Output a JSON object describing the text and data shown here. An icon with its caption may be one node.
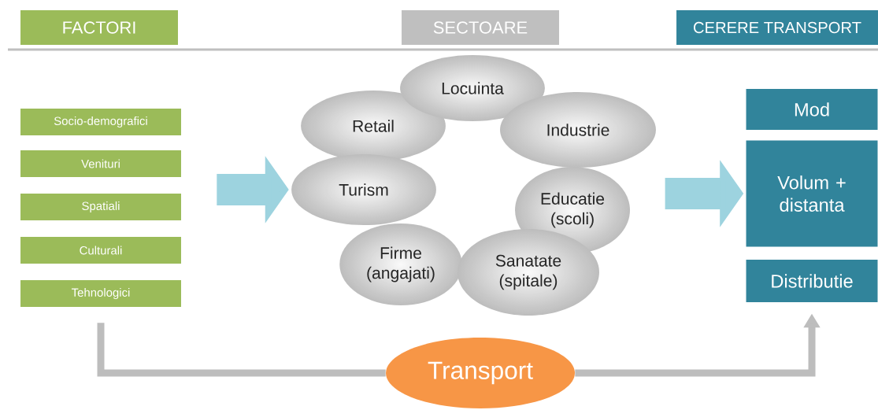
{
  "diagram": {
    "nodes": [
      {
        "text": [
          "FACTORI"
        ]
      },
      {
        "text": [
          "SECTOARE"
        ]
      },
      {
        "text": [
          "CERERE TRANSPORT"
        ]
      },
      {
        "text": [
          "Socio-demografici"
        ]
      },
      {
        "text": [
          "Venituri"
        ]
      },
      {
        "text": [
          "Spatiali"
        ]
      },
      {
        "text": [
          "Culturali"
        ]
      },
      {
        "text": [
          "Tehnologici"
        ]
      },
      {
        "text": [
          "Locuinta"
        ]
      },
      {
        "text": [
          "Retail"
        ]
      },
      {
        "text": [
          "Industrie"
        ]
      },
      {
        "text": [
          "Turism"
        ]
      },
      {
        "text": [
          "Educatie (scoli)"
        ]
      },
      {
        "text": [
          "Firme (angajati)"
        ]
      },
      {
        "text": [
          "Sanatate (spitale)"
        ]
      },
      {
        "text": [
          "Mod"
        ]
      },
      {
        "text": [
          "Volum + distanta"
        ]
      },
      {
        "text": [
          "Distributie"
        ]
      },
      {
        "text": [
          "Transport"
        ]
      }
    ],
    "edges": [
      {
        "from": 5,
        "to": 11,
        "arrow": "to",
        "style": "thick",
        "color": "#9dd3df"
      },
      {
        "from": 12,
        "to": 16,
        "arrow": "to",
        "style": "thick",
        "color": "#9dd3df"
      },
      {
        "from": 7,
        "to": 18,
        "arrow": "none"
      },
      {
        "from": 18,
        "to": 17,
        "arrow": "to"
      }
    ]
  }
}
